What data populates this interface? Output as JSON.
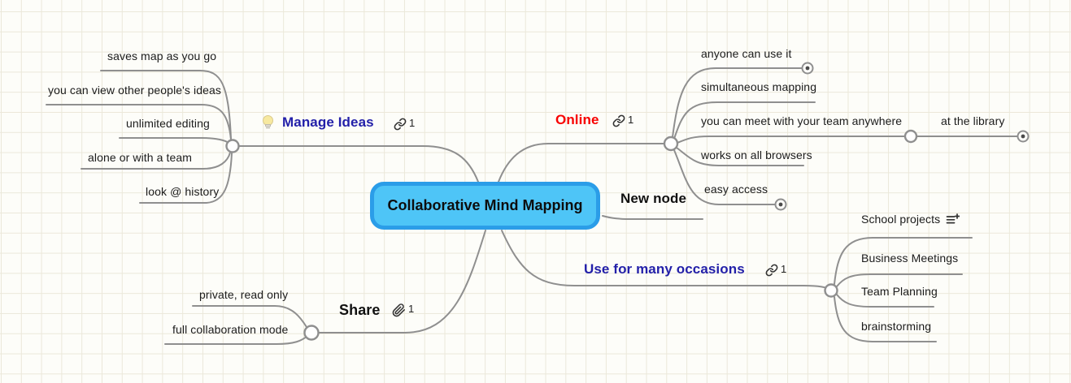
{
  "root": {
    "label": "Collaborative Mind Mapping"
  },
  "manage": {
    "label": "Manage Ideas",
    "count": "1",
    "children": [
      "saves map as you go",
      "you can view other people's ideas",
      "unlimited editing",
      "alone or with a team",
      "look @ history"
    ]
  },
  "online": {
    "label": "Online",
    "count": "1",
    "children": [
      "anyone can use it",
      "simultaneous mapping",
      "you can meet with your team anywhere",
      "works on all browsers",
      "easy access"
    ],
    "grandchild": "at the library"
  },
  "new_node": {
    "label": "New node"
  },
  "occasions": {
    "label": "Use for many occasions",
    "count": "1",
    "children": [
      "School projects",
      "Business Meetings",
      "Team Planning",
      "brainstorming"
    ]
  },
  "share": {
    "label": "Share",
    "count": "1",
    "children": [
      "private, read only",
      "full collaboration mode"
    ]
  },
  "colors": {
    "topic_navy": "#2320a9",
    "topic_red": "#f80000",
    "root_fill": "#4ec5f7",
    "root_border": "#2b9de8",
    "wire_gray": "#8f8f8f"
  }
}
